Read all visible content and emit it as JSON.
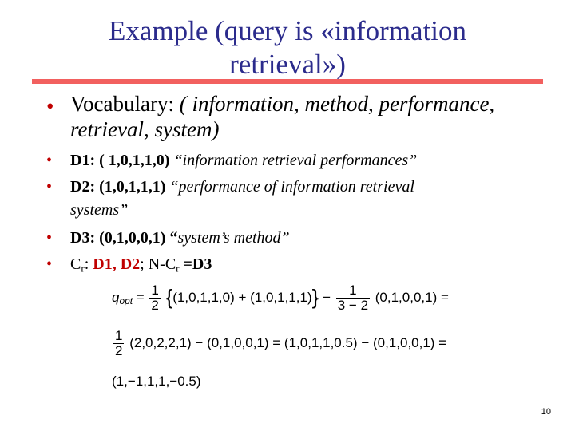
{
  "slide": {
    "title_line1": "Example (query is «information",
    "title_line2": "retrieval»)",
    "bullet_char": "•",
    "vocab_label": "Vocabulary:",
    "vocab_text": "( information, method, performance,",
    "vocab_text2": "retrieval, system)",
    "d1_label": "D1: ( 1,0,1,1,0)",
    "d1_quote": "“information retrieval performances”",
    "d2_label": "D2: (1,0,1,1,1)",
    "d2_quote": "“performance of information retrieval",
    "d2_quote2": "systems”",
    "d3_label": "D3: (0,1,0,0,1)",
    "d3_quote_open": "“",
    "d3_quote": "system’s method”",
    "cr_label_c": "C",
    "cr_label_sub": "r",
    "cr_colon": ":",
    "cr_d1": "D1,",
    "cr_d2": "D2",
    "cr_sep": "; N-C",
    "cr_sub2": "r",
    "cr_end": "=D3",
    "page_number": "10"
  },
  "formula": {
    "q_label": "q",
    "q_sub": "opt",
    "eq1_half_num": "1",
    "eq1_half_den": "2",
    "eq1_body": "(1,0,1,1,0) + (1,0,1,1,1)",
    "eq1_minus": "−",
    "eq1_frac_num": "1",
    "eq1_frac_den": "3 − 2",
    "eq1_tail": "(0,1,0,0,1) =",
    "eq2_half_num": "1",
    "eq2_half_den": "2",
    "eq2_body": "(2,0,2,2,1) − (0,1,0,0,1) = (1,0,1,1,0.5) − (0,1,0,0,1) =",
    "eq3_body": "(1,−1,1,1,−0.5)"
  }
}
